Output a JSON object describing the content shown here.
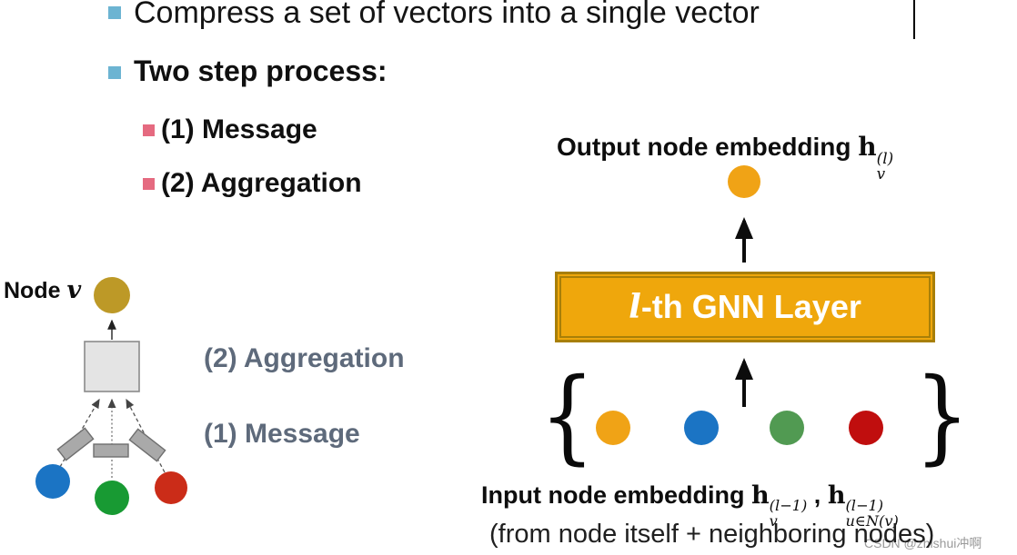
{
  "slide": {
    "bullets": [
      {
        "text": "Compress a set of vectors into a single vector"
      },
      {
        "text": "Two step process:"
      }
    ],
    "sub_bullets": [
      {
        "text": "(1) Message"
      },
      {
        "text": "(2) Aggregation"
      }
    ]
  },
  "left_diagram": {
    "node_label_prefix": "Node ",
    "node_label_var": "v",
    "aggregation_label": "(2) Aggregation",
    "message_label": "(1) Message"
  },
  "right_diagram": {
    "output_label": "Output node embedding ",
    "output_math": {
      "base": "h",
      "sup": "(l)",
      "sub": "v"
    },
    "gnn_label_italic": "l",
    "gnn_label_rest": "-th GNN Layer",
    "left_brace": "{",
    "right_brace": "}",
    "input_label": "Input node embedding ",
    "input_math1": {
      "base": "h",
      "sup": "(l−1)",
      "sub": "v"
    },
    "input_separator": " , ",
    "input_math2": {
      "base": "h",
      "sup": "(l−1)",
      "sub": "u∈N(v)"
    },
    "input_note": "(from node itself + neighboring nodes)"
  },
  "watermark": {
    "text": "CSDN @zhishui冲啊"
  },
  "colors": {
    "bullet-blue": "#6CB4D2",
    "bullet-pink": "#E56A80",
    "label-gray": "#5E6A7B",
    "node-gold-dark": "#BD9927",
    "node-gold": "#F0A316",
    "node-blue": "#1B74C4",
    "node-green-left": "#189A33",
    "node-green-right": "#519A52",
    "node-red-left": "#CB2C18",
    "node-red-right": "#C00E0E",
    "gnn-fill": "#EFA70C",
    "gnn-border": "#A87F08",
    "box-gray-fill": "#E4E4E4",
    "box-gray-border": "#8A8A8A",
    "rect-gray-fill": "#A9A9A9",
    "rect-gray-border": "#6F6F6F",
    "dash-gray": "#555555",
    "watermark-gray": "#9A9A9A"
  }
}
